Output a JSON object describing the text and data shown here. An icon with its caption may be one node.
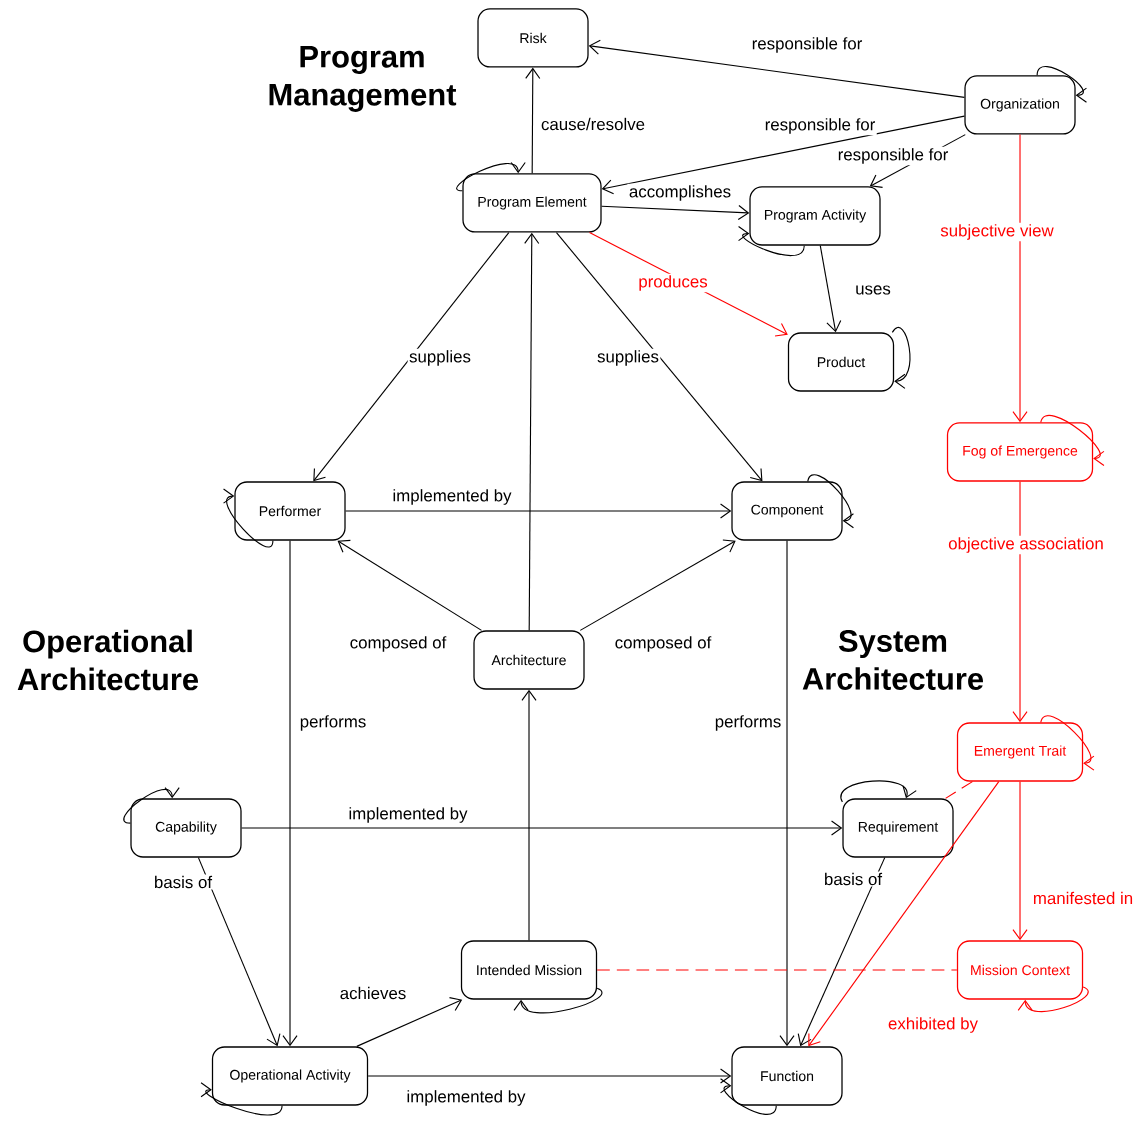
{
  "diagram": {
    "nodes": [
      {
        "text": [
          "Risk"
        ]
      },
      {
        "text": [
          "Organization"
        ]
      },
      {
        "text": [
          "Program Element"
        ]
      },
      {
        "text": [
          "Program Activity"
        ]
      },
      {
        "text": [
          "Product"
        ]
      },
      {
        "text": [
          "Fog of Emergence"
        ]
      },
      {
        "text": [
          "Performer"
        ]
      },
      {
        "text": [
          "Component"
        ]
      },
      {
        "text": [
          "Architecture"
        ]
      },
      {
        "text": [
          "Emergent Trait"
        ]
      },
      {
        "text": [
          "Capability"
        ]
      },
      {
        "text": [
          "Requirement"
        ]
      },
      {
        "text": [
          "Intended Mission"
        ]
      },
      {
        "text": [
          "Mission Context"
        ]
      },
      {
        "text": [
          "Operational Activity"
        ]
      },
      {
        "text": [
          "Function"
        ]
      }
    ],
    "edges": [
      {
        "from": 1,
        "to": 0,
        "arrow": "to",
        "label": "responsible for"
      },
      {
        "from": 1,
        "to": 2,
        "arrow": "to",
        "label": "responsible for"
      },
      {
        "from": 1,
        "to": 3,
        "arrow": "to",
        "label": "responsible for"
      },
      {
        "from": 1,
        "to": 1,
        "arrow": "to"
      },
      {
        "from": 2,
        "to": 0,
        "arrow": "to",
        "label": "cause/resolve"
      },
      {
        "from": 2,
        "to": 2,
        "arrow": "to"
      },
      {
        "from": 2,
        "to": 3,
        "arrow": "to",
        "label": "accomplishes"
      },
      {
        "from": 2,
        "to": 4,
        "arrow": "to",
        "label": "produces",
        "color": "#ff0000"
      },
      {
        "from": 3,
        "to": 3,
        "arrow": "to"
      },
      {
        "from": 3,
        "to": 4,
        "arrow": "to",
        "label": "uses"
      },
      {
        "from": 4,
        "to": 4,
        "arrow": "to"
      },
      {
        "from": 1,
        "to": 5,
        "arrow": "to",
        "label": "subjective view",
        "color": "#ff0000"
      },
      {
        "from": 5,
        "to": 5,
        "arrow": "to",
        "color": "#ff0000"
      },
      {
        "from": 2,
        "to": 6,
        "arrow": "to",
        "label": "supplies"
      },
      {
        "from": 2,
        "to": 7,
        "arrow": "to",
        "label": "supplies"
      },
      {
        "from": 8,
        "to": 2,
        "arrow": "to"
      },
      {
        "from": 6,
        "to": 6,
        "arrow": "to"
      },
      {
        "from": 6,
        "to": 7,
        "arrow": "to",
        "label": "implemented by"
      },
      {
        "from": 7,
        "to": 7,
        "arrow": "to"
      },
      {
        "from": 8,
        "to": 6,
        "arrow": "to",
        "label": "composed of"
      },
      {
        "from": 8,
        "to": 7,
        "arrow": "to",
        "label": "composed of"
      },
      {
        "from": 5,
        "to": 9,
        "arrow": "to",
        "label": "objective association",
        "color": "#ff0000"
      },
      {
        "from": 6,
        "to": 14,
        "arrow": "to",
        "label": "performs"
      },
      {
        "from": 7,
        "to": 15,
        "arrow": "to",
        "label": "performs"
      },
      {
        "from": 9,
        "to": 9,
        "arrow": "to",
        "color": "#ff0000"
      },
      {
        "from": 9,
        "to": 11,
        "arrow": "none",
        "style": "dashed",
        "color": "#ff0000"
      },
      {
        "from": 10,
        "to": 10,
        "arrow": "to"
      },
      {
        "from": 10,
        "to": 11,
        "arrow": "to",
        "label": "implemented by"
      },
      {
        "from": 11,
        "to": 11,
        "arrow": "to"
      },
      {
        "from": 10,
        "to": 14,
        "arrow": "to",
        "label": "basis of"
      },
      {
        "from": 11,
        "to": 15,
        "arrow": "to",
        "label": "basis of"
      },
      {
        "from": 9,
        "to": 13,
        "arrow": "to",
        "label": "manifested in",
        "color": "#ff0000"
      },
      {
        "from": 9,
        "to": 15,
        "arrow": "to",
        "label": "exhibited by",
        "color": "#ff0000"
      },
      {
        "from": 12,
        "to": 8,
        "arrow": "to"
      },
      {
        "from": 12,
        "to": 12,
        "arrow": "to"
      },
      {
        "from": 12,
        "to": 13,
        "arrow": "none",
        "style": "dashed",
        "color": "#ff0000"
      },
      {
        "from": 14,
        "to": 12,
        "arrow": "to",
        "label": "achieves"
      },
      {
        "from": 14,
        "to": 14,
        "arrow": "to"
      },
      {
        "from": 14,
        "to": 15,
        "arrow": "to",
        "label": "implemented by"
      },
      {
        "from": 15,
        "to": 15,
        "arrow": "to"
      },
      {
        "from": 13,
        "to": 13,
        "arrow": "to",
        "color": "#ff0000"
      }
    ],
    "labels": [
      "Program Management",
      "Operational Architecture",
      "System Architecture"
    ]
  }
}
